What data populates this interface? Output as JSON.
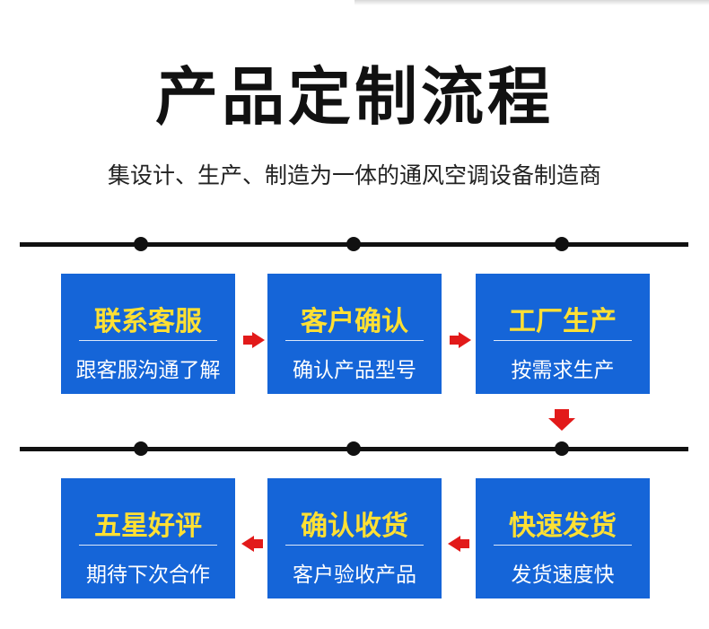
{
  "header": {
    "title": "产品定制流程",
    "subtitle": "集设计、生产、制造为一体的通风空调设备制造商"
  },
  "colors": {
    "card_bg": "#1565d8",
    "card_title": "#ffe033",
    "arrow": "#e21a1a",
    "timeline": "#111111"
  },
  "steps": [
    {
      "title": "联系客服",
      "desc": "跟客服沟通了解"
    },
    {
      "title": "客户确认",
      "desc": "确认产品型号"
    },
    {
      "title": "工厂生产",
      "desc": "按需求生产"
    },
    {
      "title": "快速发货",
      "desc": "发货速度快"
    },
    {
      "title": "确认收货",
      "desc": "客户验收产品"
    },
    {
      "title": "五星好评",
      "desc": "期待下次合作"
    }
  ],
  "icons": {
    "arrow_right": "arrow-right-icon",
    "arrow_left": "arrow-left-icon",
    "arrow_down": "arrow-down-icon"
  }
}
